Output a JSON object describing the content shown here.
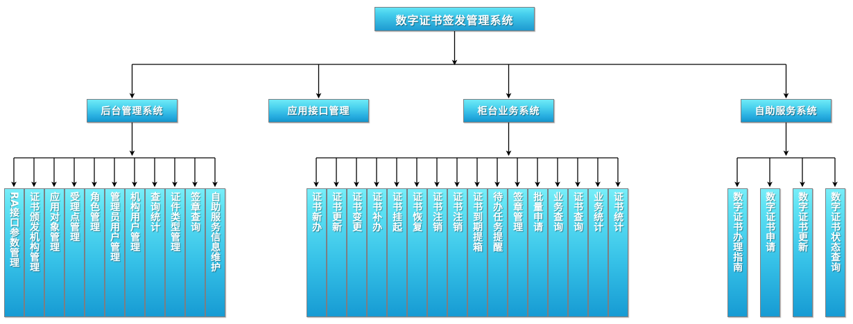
{
  "diagram": {
    "title": "数字证书签发管理系统",
    "type": "organization-hierarchy",
    "colors": {
      "node_gradient_top": "#74EBF7",
      "node_gradient_bottom": "#1A9CD2",
      "node_border": "#7B7F83",
      "node_text": "#FFFFFF",
      "connector": "#000000",
      "background": "#FFFFFF"
    },
    "root": {
      "label": "数字证书签发管理系统"
    },
    "branches": [
      {
        "label": "后台管理系统",
        "children": [
          {
            "label": "RA接口参数管理"
          },
          {
            "label": "证书颁发机构管理"
          },
          {
            "label": "应用对象管理"
          },
          {
            "label": "受理点管理"
          },
          {
            "label": "角色管理"
          },
          {
            "label": "管理员用户管理"
          },
          {
            "label": "机构用户管理"
          },
          {
            "label": "查询统计"
          },
          {
            "label": "证件类型管理"
          },
          {
            "label": "签章查询"
          },
          {
            "label": "自助服务信息维护"
          }
        ]
      },
      {
        "label": "应用接口管理",
        "children": []
      },
      {
        "label": "柜台业务系统",
        "children": [
          {
            "label": "证书新办"
          },
          {
            "label": "证书更新"
          },
          {
            "label": "证书变更"
          },
          {
            "label": "证书补办"
          },
          {
            "label": "证书挂起"
          },
          {
            "label": "证书恢复"
          },
          {
            "label": "证书注销"
          },
          {
            "label": "证书注销"
          },
          {
            "label": "证书到期提箱"
          },
          {
            "label": "待办任务提醒"
          },
          {
            "label": "签章管理"
          },
          {
            "label": "批量申请"
          },
          {
            "label": "业务查询"
          },
          {
            "label": "证书查询"
          },
          {
            "label": "业务统计"
          },
          {
            "label": "证书统计"
          }
        ]
      },
      {
        "label": "自助服务系统",
        "children": [
          {
            "label": "数字证书办理指南"
          },
          {
            "label": "数字证书申请"
          },
          {
            "label": "数字证书更新"
          },
          {
            "label": "数字证书状态查询"
          }
        ]
      }
    ]
  }
}
